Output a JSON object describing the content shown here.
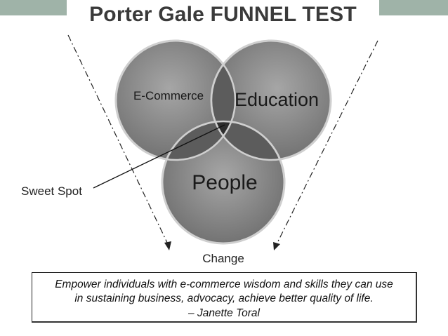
{
  "title": "Porter Gale FUNNEL TEST",
  "circles": {
    "ecommerce": "E-Commerce",
    "education": "Education",
    "people": "People"
  },
  "labels": {
    "sweet_spot": "Sweet Spot",
    "change": "Change"
  },
  "quote": {
    "line1": "Empower individuals with e-commerce wisdom and skills they can use",
    "line2": "in sustaining business, advocacy, achieve better quality of life.",
    "attribution": "– Janette Toral"
  },
  "colors": {
    "header_bar": "#9fb3a8",
    "circle_fill": "#8a8a8a",
    "overlap_fill": "#585858",
    "sweet_spot_fill": "#333333",
    "text": "#3a3a3a"
  }
}
